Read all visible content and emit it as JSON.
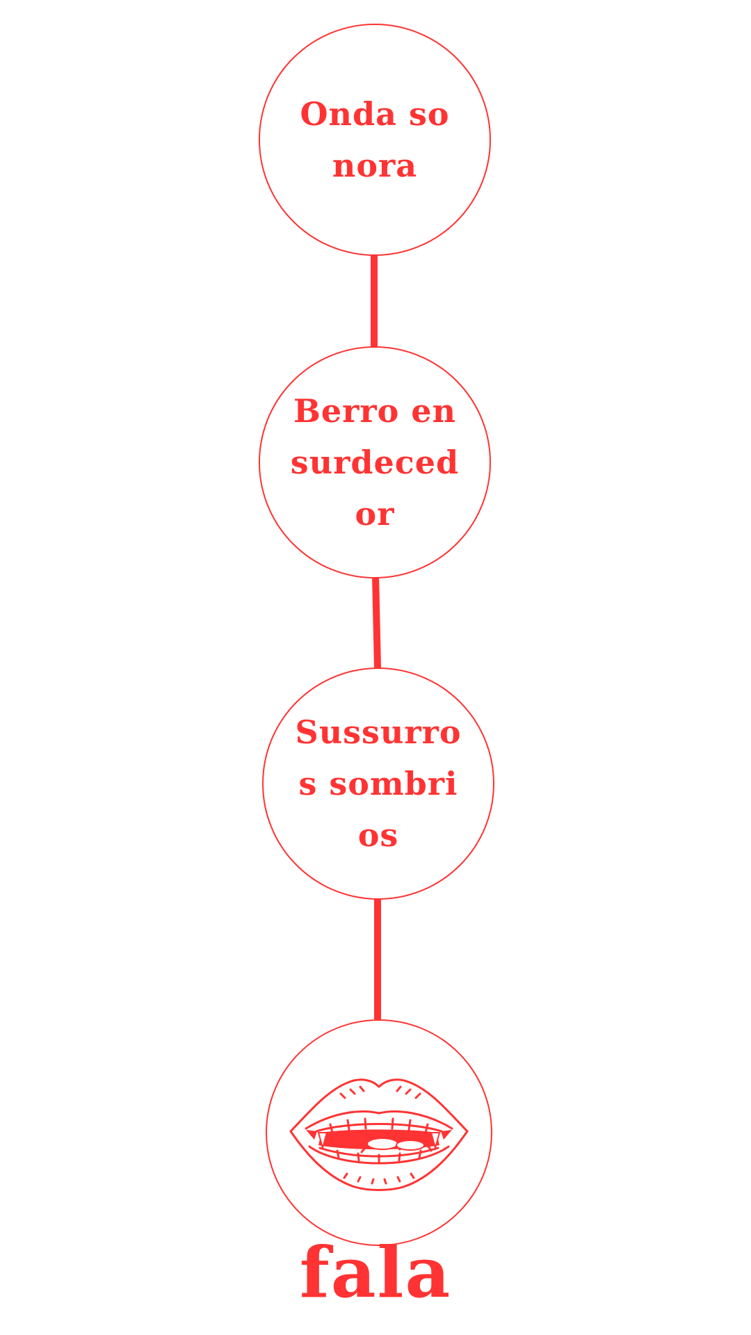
{
  "accent_color": "#ff3333",
  "nodes": [
    {
      "label": "Onda sonora"
    },
    {
      "label": "Berro ensurdecedor"
    },
    {
      "label": "Sussurros sombrios"
    },
    {
      "icon": "vampire-mouth-icon"
    }
  ],
  "caption": "fala"
}
